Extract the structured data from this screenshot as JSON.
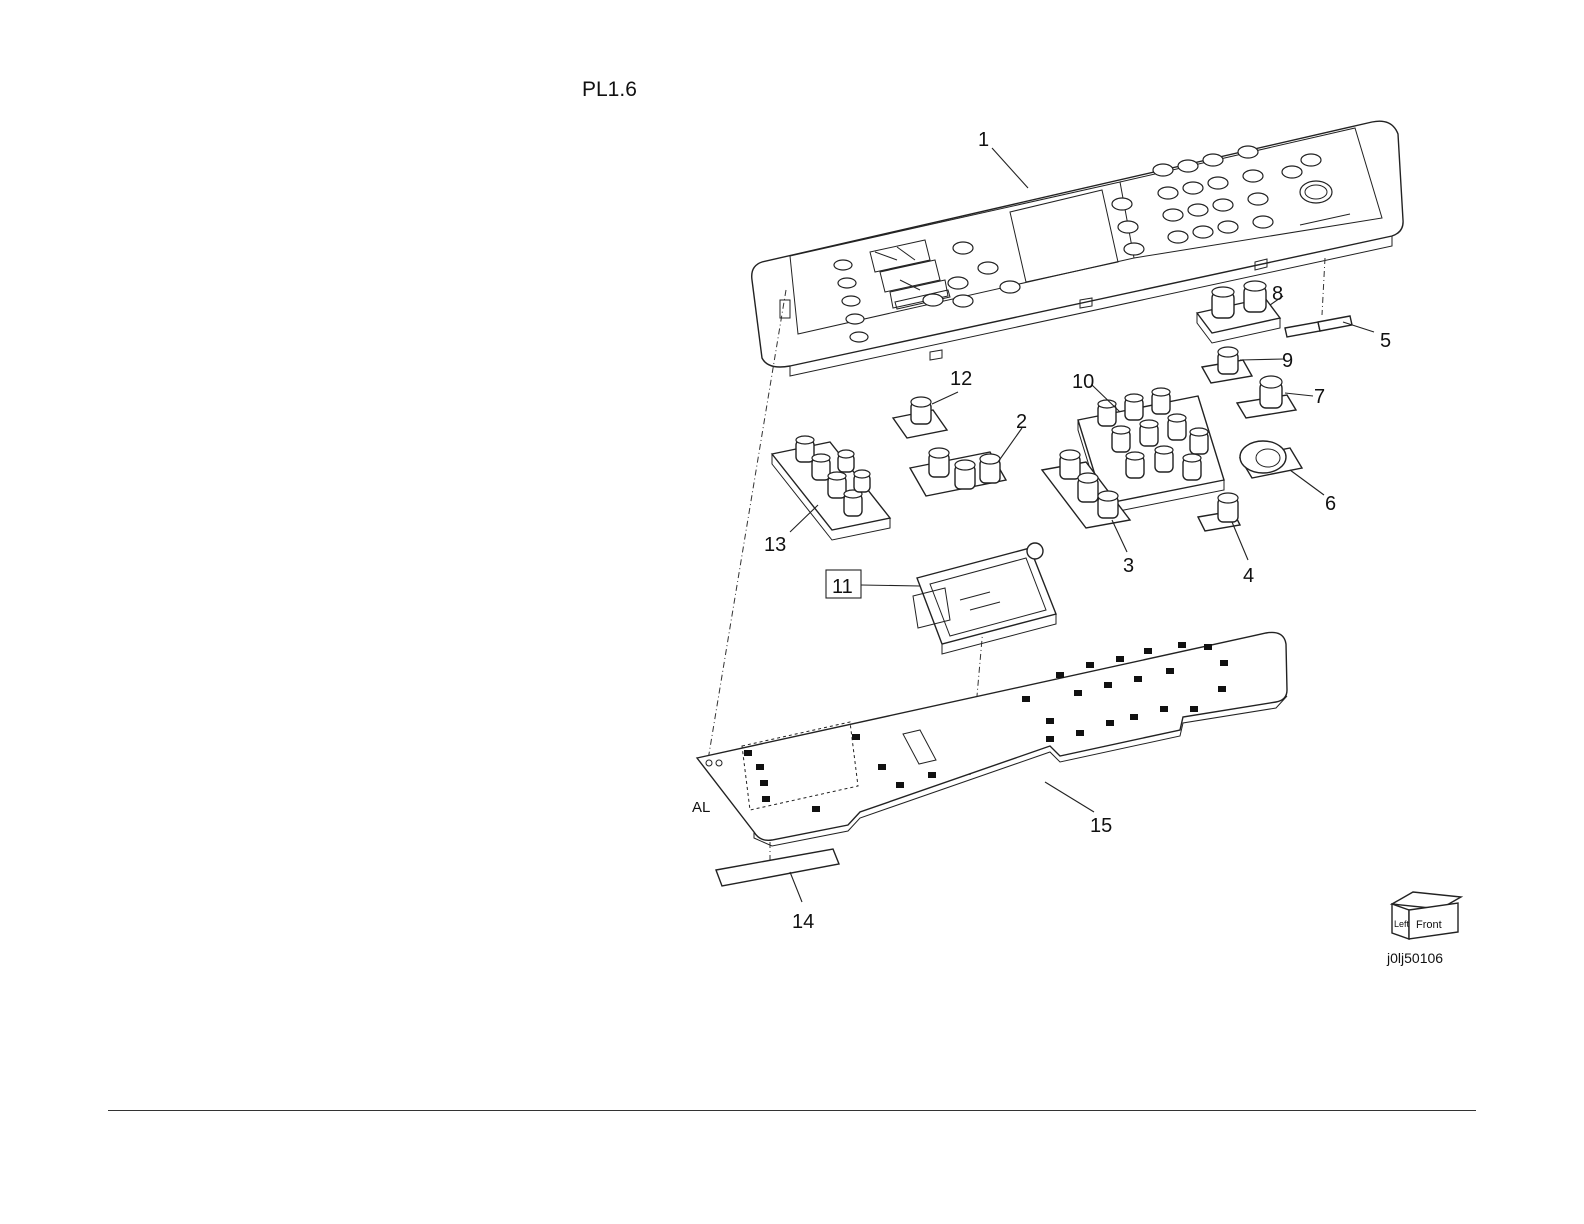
{
  "page": {
    "title": "PL1.6",
    "figure_id": "j0lj50106",
    "orientation_cube": {
      "left_label": "Left",
      "front_label": "Front"
    },
    "ref_label": "AL"
  },
  "callouts": [
    {
      "number": "1",
      "boxed": false
    },
    {
      "number": "2",
      "boxed": false
    },
    {
      "number": "3",
      "boxed": false
    },
    {
      "number": "4",
      "boxed": false
    },
    {
      "number": "5",
      "boxed": false
    },
    {
      "number": "6",
      "boxed": false
    },
    {
      "number": "7",
      "boxed": false
    },
    {
      "number": "8",
      "boxed": false
    },
    {
      "number": "9",
      "boxed": false
    },
    {
      "number": "10",
      "boxed": false
    },
    {
      "number": "11",
      "boxed": true
    },
    {
      "number": "12",
      "boxed": false
    },
    {
      "number": "13",
      "boxed": false
    },
    {
      "number": "14",
      "boxed": false
    },
    {
      "number": "15",
      "boxed": false
    }
  ]
}
